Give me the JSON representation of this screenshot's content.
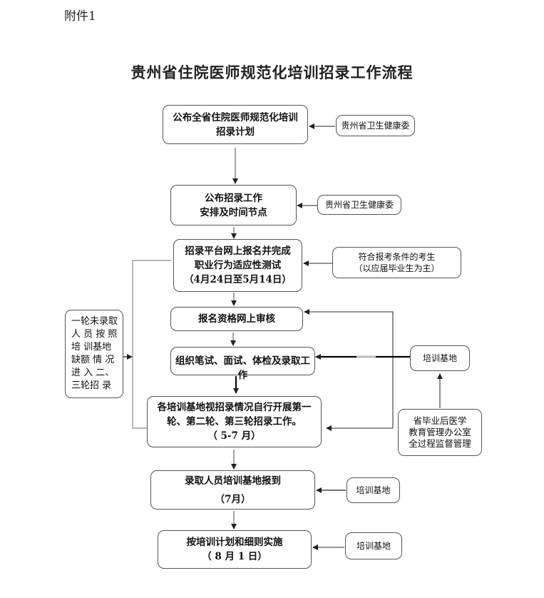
{
  "attachment_label": "附件1",
  "title": "贵州省住院医师规范化培训招录工作流程",
  "steps": [
    {
      "lines": [
        "公布全省住院医师规范化培训",
        "招录计划"
      ]
    },
    {
      "lines": [
        "公布招录工作",
        "安排及时间节点"
      ]
    },
    {
      "lines": [
        "招录平台网上报名并完成",
        "职业行为适应性测试",
        "（4月24日至5月14日）"
      ]
    },
    {
      "lines": [
        "报名资格网上审核"
      ]
    },
    {
      "lines": [
        "组织笔试、面试、体检及录取工作"
      ]
    },
    {
      "lines": [
        "各培训基地视招录情况自行开展第一",
        "轮、第二轮、第三轮招录工作。",
        "（ 5-7 月）"
      ]
    },
    {
      "lines": [
        "录取人员培训基地报到",
        "（7月）"
      ]
    },
    {
      "lines": [
        "按培训计划和细则实施",
        "（ 8 月 1 日）"
      ]
    }
  ],
  "side_boxes": {
    "health_commission_1": "贵州省卫生健康委",
    "health_commission_2": "贵州省卫生健康委",
    "eligible_candidates": [
      "符合报考条件的考生",
      "（以应届毕业生为主）"
    ],
    "training_base_1": "培训基地",
    "supervision_office": [
      "省毕业后医学",
      "教育管理办公室",
      "全过程监督管理"
    ],
    "training_base_2": "培训基地",
    "training_base_3": "培训基地",
    "left_note": [
      "一轮未录取",
      "人 员 按 照",
      "培  训基地",
      "缺额  情 况",
      "进 入  二、",
      "三轮招 录"
    ]
  },
  "colors": {
    "line": "#555555",
    "border": "#555555",
    "thick_line": "#000000"
  }
}
